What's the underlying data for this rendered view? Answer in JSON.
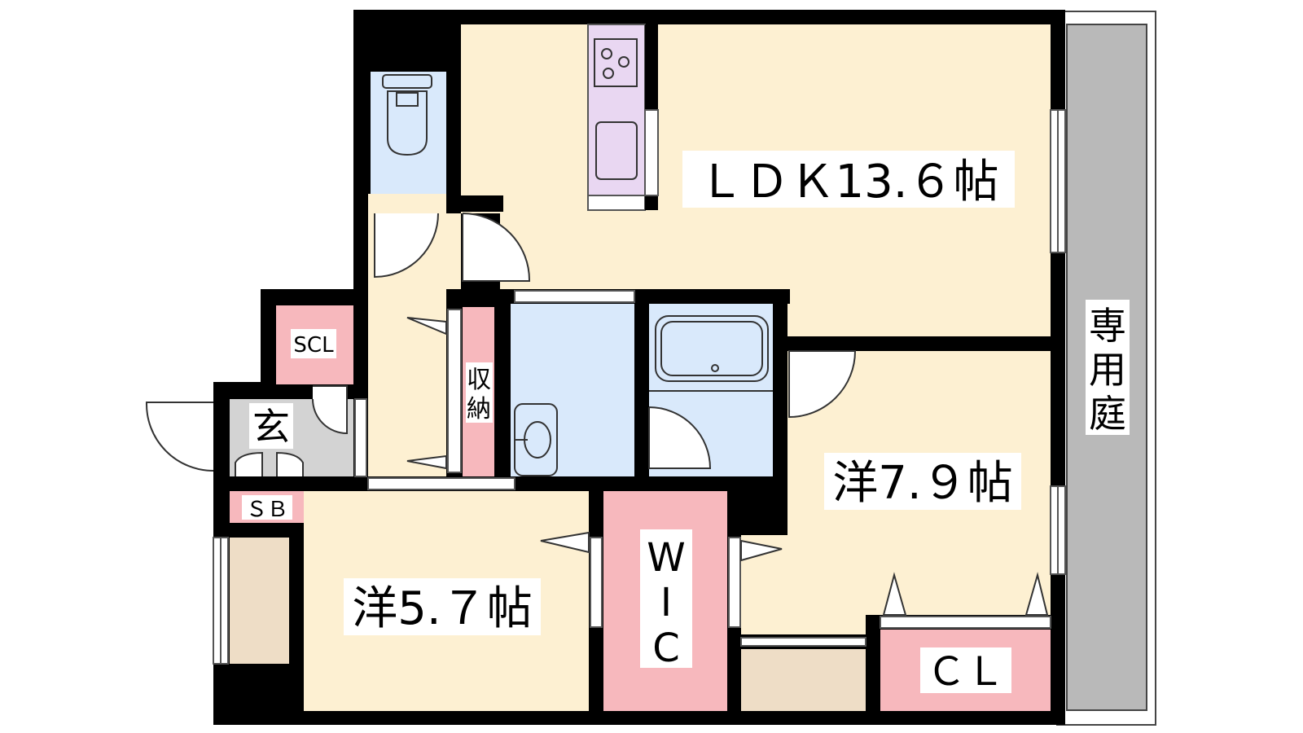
{
  "rooms": {
    "ldk": "ＬＤＫ13.６帖",
    "western1": "洋7.９帖",
    "western2": "洋5.７帖",
    "wic_letters": [
      "W",
      "I",
      "C"
    ],
    "cl": "ＣＬ",
    "scl": "SCL",
    "sb": "ＳＢ",
    "genkan": "玄",
    "storage_letters": [
      "収",
      "納"
    ],
    "private_garden_letters": [
      "専",
      "用",
      "庭"
    ]
  },
  "colors": {
    "wall": "#000000",
    "living_room": "#fdf0d2",
    "closet": "#f7b8bd",
    "wet_area": "#d9e9fb",
    "kitchen": "#e9d7f2",
    "entrance": "#d3d3d3",
    "balcony": "#b9b9b9",
    "terrace": "#eeddc6"
  }
}
